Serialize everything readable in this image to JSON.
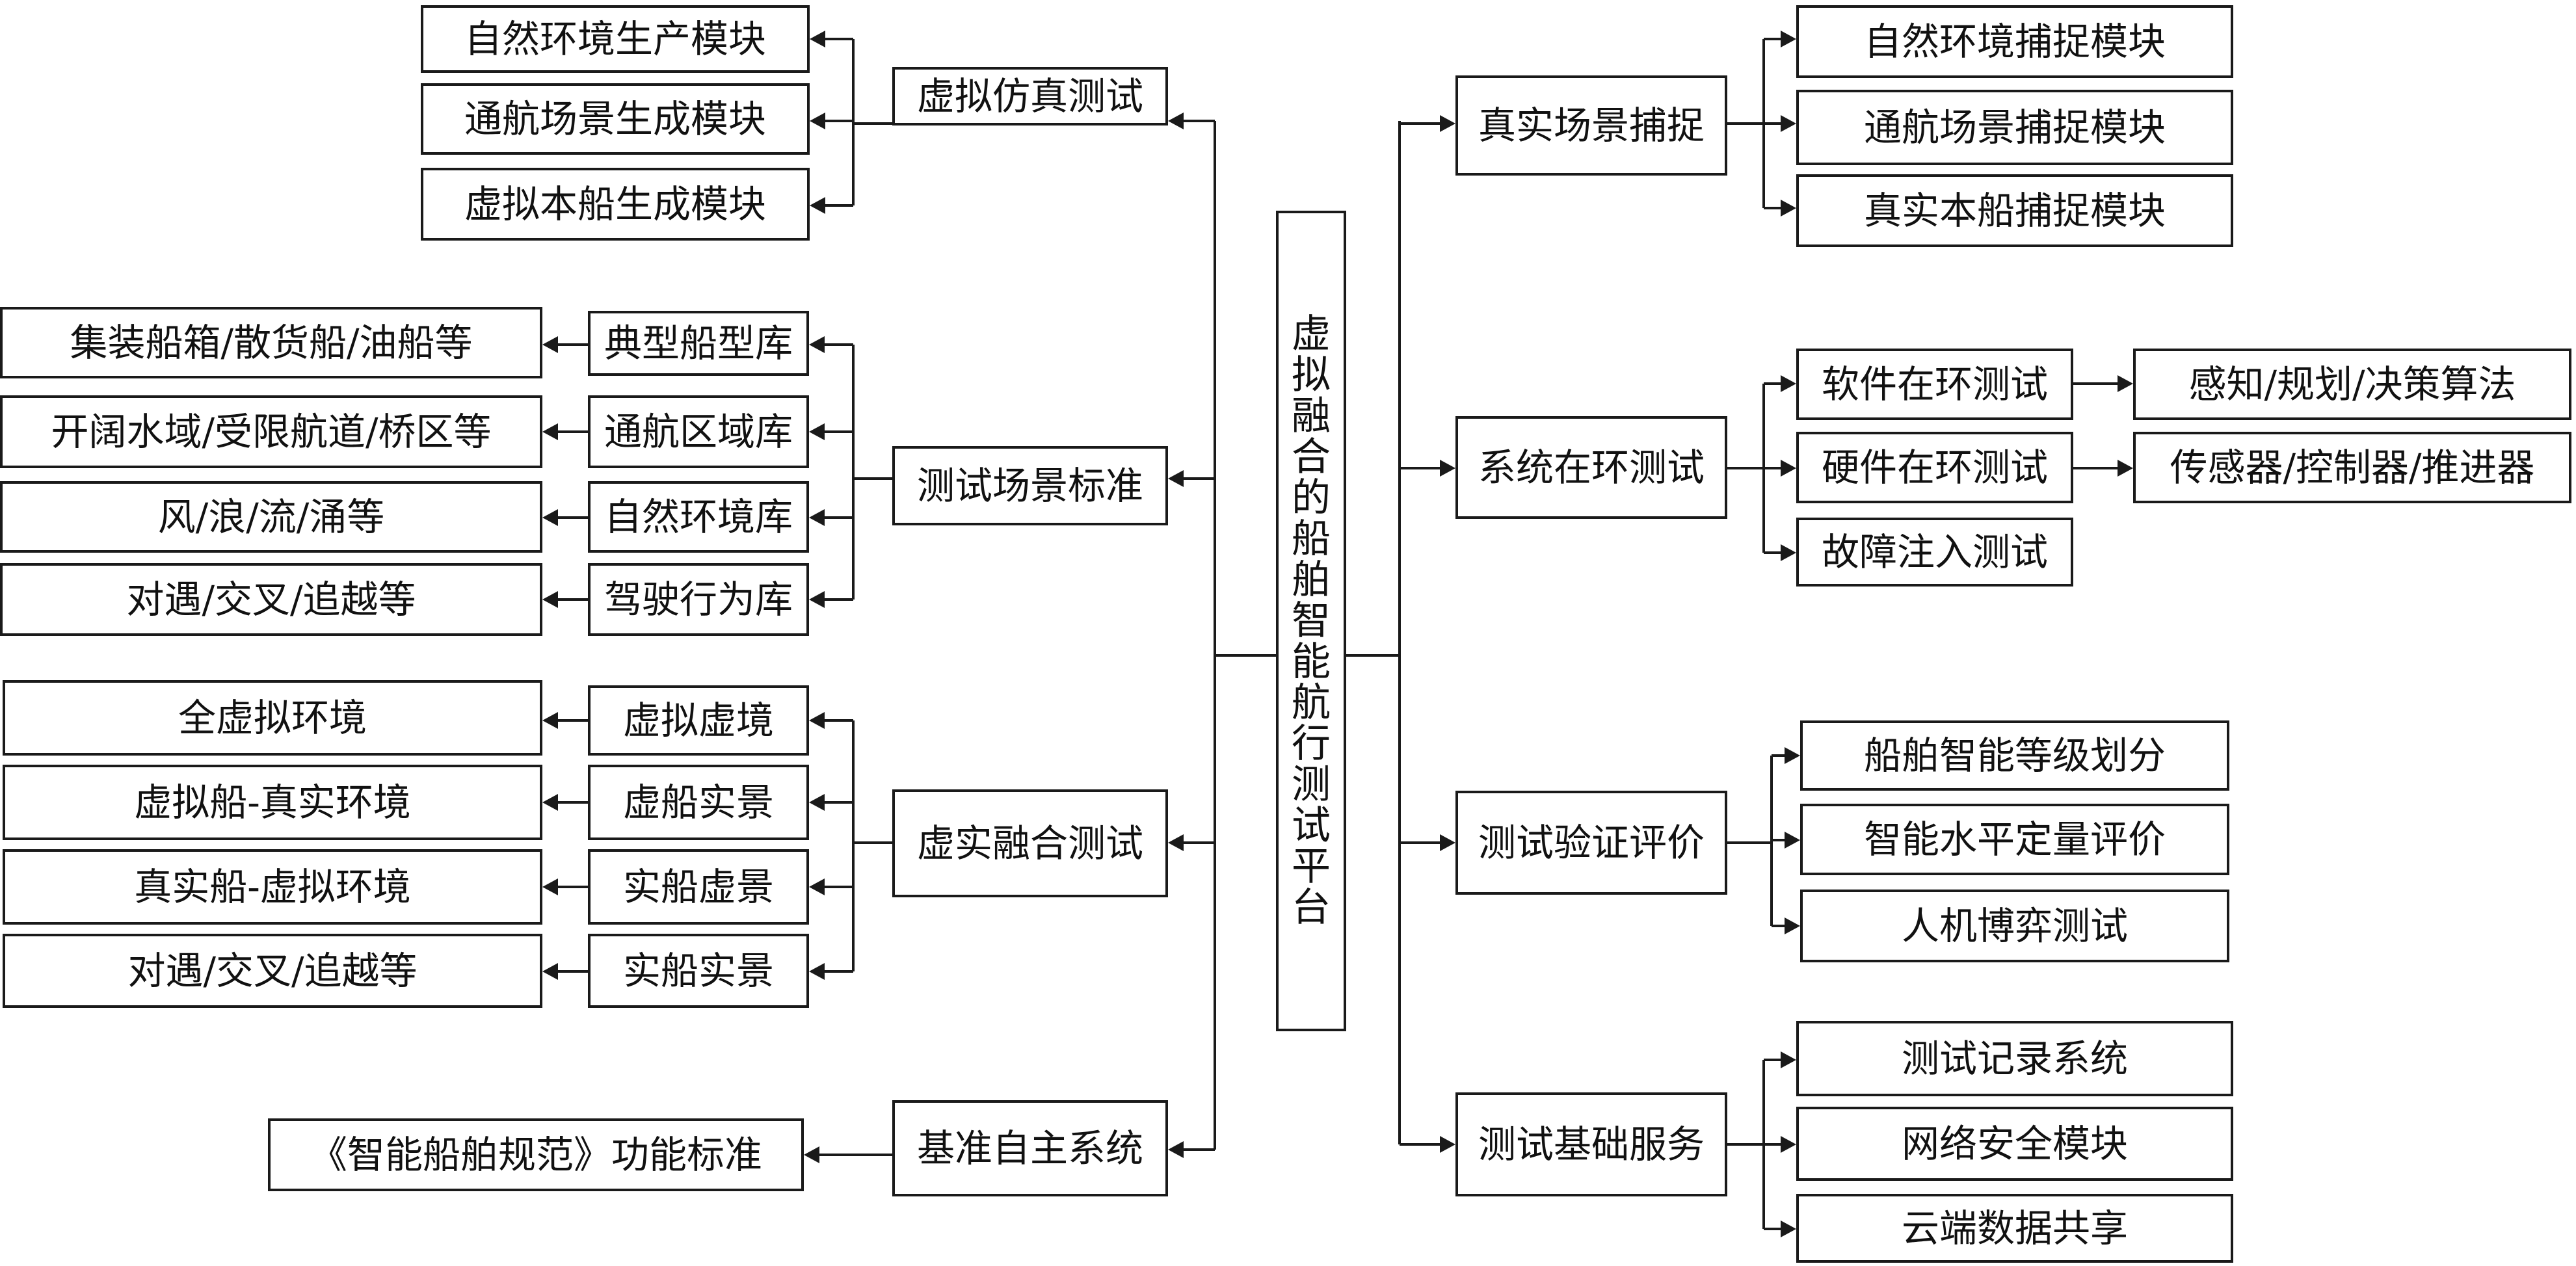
{
  "root": {
    "chars": [
      "虚",
      "拟",
      "融",
      "合",
      "的",
      "船",
      "舶",
      "智",
      "能",
      "航",
      "行",
      "测",
      "试",
      "平",
      "台"
    ]
  },
  "left": {
    "virtual_sim": {
      "label": "虚拟仿真测试",
      "children": [
        "自然环境生产模块",
        "通航场景生成模块",
        "虚拟本船生成模块"
      ]
    },
    "scene_std": {
      "label": "测试场景标准",
      "libraries": [
        "典型船型库",
        "通航区域库",
        "自然环境库",
        "驾驶行为库"
      ],
      "examples": [
        "集装船箱/散货船/油船等",
        "开阔水域/受限航道/桥区等",
        "风/浪/流/涌等",
        "对遇/交叉/追越等"
      ]
    },
    "fusion": {
      "label": "虚实融合测试",
      "modes": [
        "虚拟虚境",
        "虚船实景",
        "实船虚景",
        "实船实景"
      ],
      "examples": [
        "全虚拟环境",
        "虚拟船-真实环境",
        "真实船-虚拟环境",
        "对遇/交叉/追越等"
      ]
    },
    "baseline": {
      "label": "基准自主系统",
      "child": "《智能船舶规范》功能标准"
    }
  },
  "right": {
    "capture": {
      "label": "真实场景捕捉",
      "children": [
        "自然环境捕捉模块",
        "通航场景捕捉模块",
        "真实本船捕捉模块"
      ]
    },
    "loop": {
      "label": "系统在环测试",
      "children": [
        "软件在环测试",
        "硬件在环测试",
        "故障注入测试"
      ],
      "software_detail": "感知/规划/决策算法",
      "hardware_detail": "传感器/控制器/推进器"
    },
    "eval": {
      "label": "测试验证评价",
      "children": [
        "船舶智能等级划分",
        "智能水平定量评价",
        "人机博弈测试"
      ]
    },
    "infra": {
      "label": "测试基础服务",
      "children": [
        "测试记录系统",
        "网络安全模块",
        "云端数据共享"
      ]
    }
  }
}
